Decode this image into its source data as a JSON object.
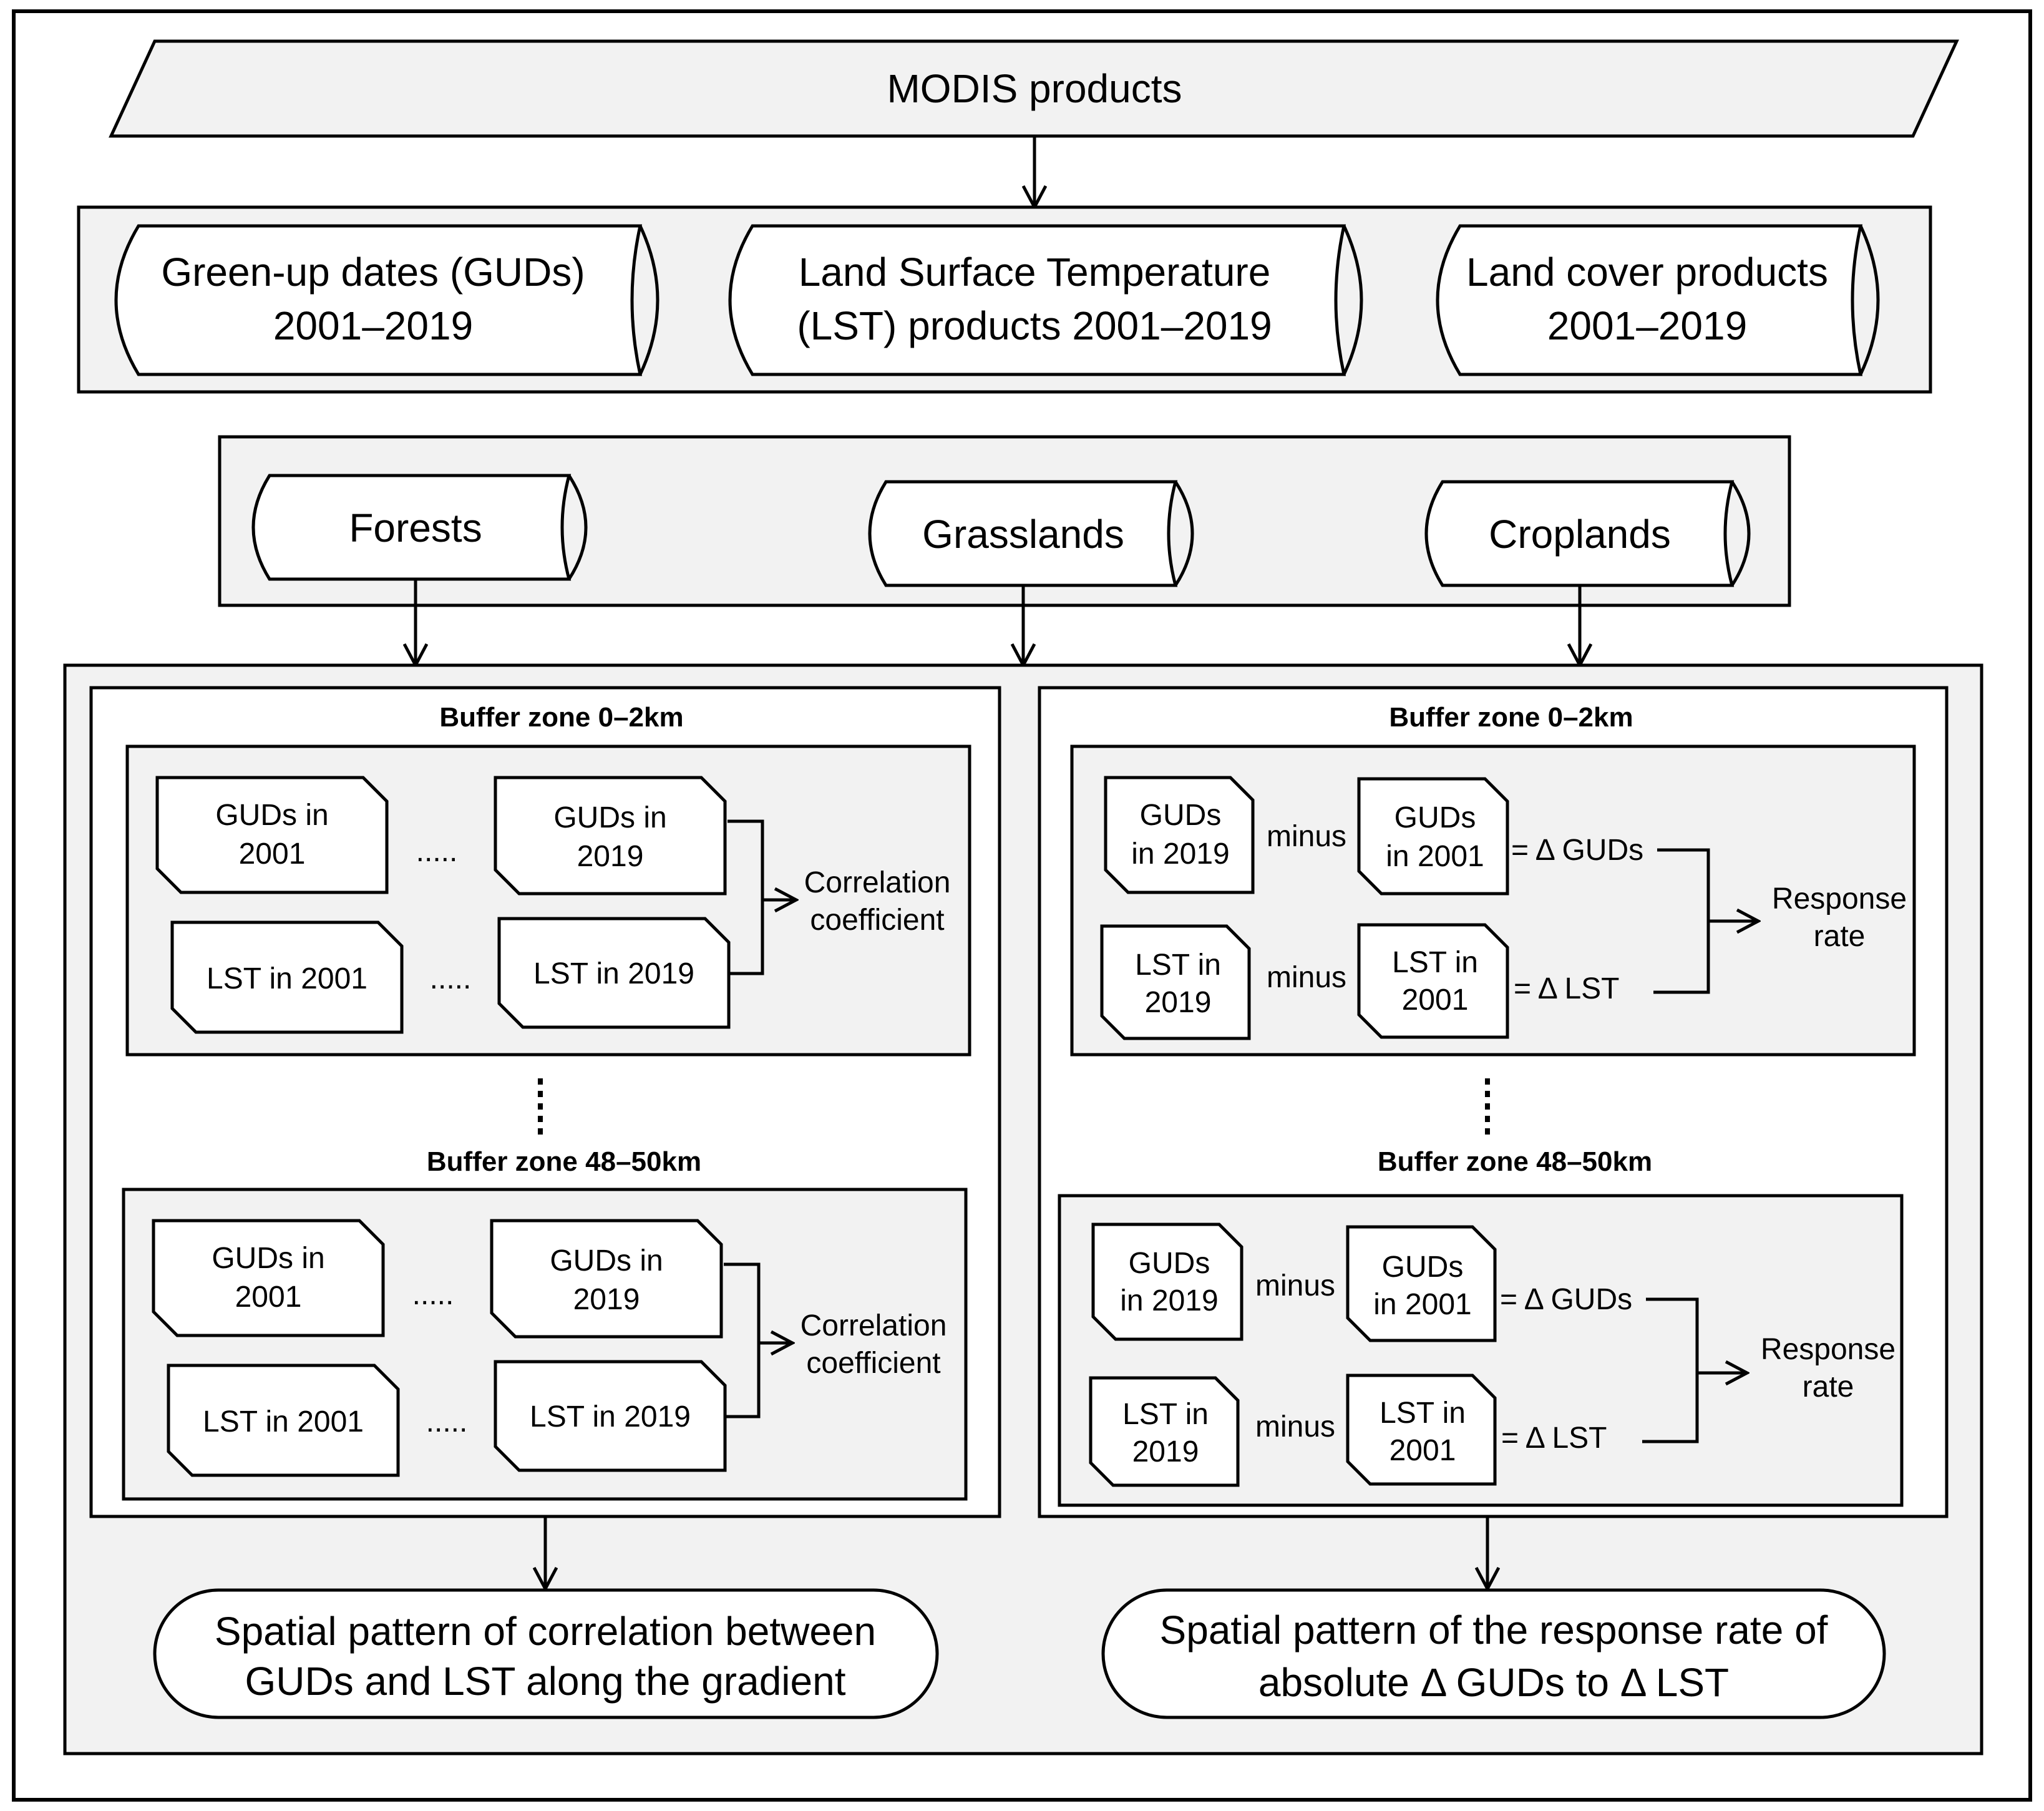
{
  "source": {
    "label": "MODIS products"
  },
  "products": [
    {
      "line1": "Green-up dates (GUDs)",
      "line2": "2001–2019"
    },
    {
      "line1": "Land Surface Temperature",
      "line2": "(LST) products 2001–2019"
    },
    {
      "line1": "Land cover products",
      "line2": "2001–2019"
    }
  ],
  "landcover": [
    {
      "label": "Forests"
    },
    {
      "label": "Grasslands"
    },
    {
      "label": "Croplands"
    }
  ],
  "left": {
    "zone_top": "Buffer zone 0–2km",
    "zone_bottom": "Buffer zone 48–50km",
    "guds_2001": [
      "GUDs in",
      "2001"
    ],
    "guds_2019": [
      "GUDs in",
      "2019"
    ],
    "lst_2001": "LST in 2001",
    "lst_2019": "LST in 2019",
    "dots": ".....",
    "result": [
      "Correlation",
      "coefficient"
    ],
    "output": [
      "Spatial pattern of correlation between",
      "GUDs and LST along the gradient"
    ]
  },
  "right": {
    "zone_top": "Buffer zone 0–2km",
    "zone_bottom": "Buffer zone 48–50km",
    "guds_2019": [
      "GUDs",
      "in 2019"
    ],
    "guds_2001": [
      "GUDs",
      "in 2001"
    ],
    "lst_2019": [
      "LST in",
      "2019"
    ],
    "lst_2001": [
      "LST in",
      "2001"
    ],
    "minus": "minus",
    "delta_guds": "= Δ GUDs",
    "delta_lst": "= Δ LST",
    "result": [
      "Response",
      "rate"
    ],
    "output": [
      "Spatial pattern of the response rate of",
      "absolute Δ GUDs to Δ LST"
    ]
  },
  "colors": {
    "panel_fill": "#f2f2f2",
    "shape_fill": "#ffffff",
    "stroke": "#000000"
  }
}
